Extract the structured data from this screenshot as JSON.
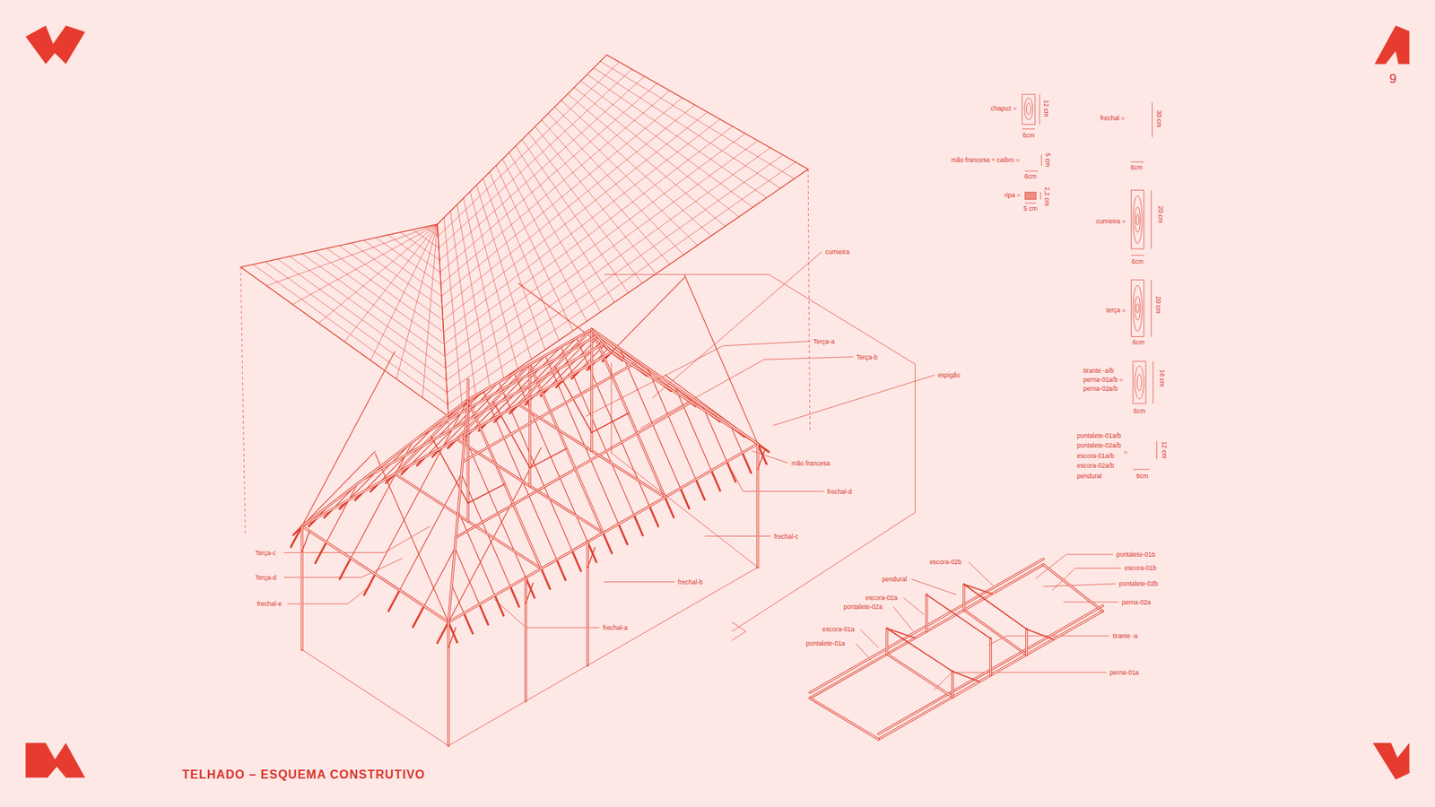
{
  "diagram": {
    "title": "TELHADO – ESQUEMA CONSTRUTIVO",
    "labels": [
      "9",
      "cumieira",
      "Terça-a",
      "Terça-b",
      "espigão",
      "mão francesa",
      "frechal-d",
      "frechal-c",
      "frechal-b",
      "frechal-a",
      "Terça-c",
      "Terça-d",
      "frechal-e",
      "escora-02b",
      "pendural",
      "escora-02a",
      "pontalete-02a",
      "escora-01a",
      "pontalete-01a",
      "pontalete-01b",
      "escora-01b",
      "pontalete-02b",
      "perna-02a",
      "tirante -a",
      "perna-01a",
      "chapuz =",
      "12 cm",
      "6cm",
      "frechal =",
      "30 cm",
      "6cm",
      "mão francesa + caibro =",
      "5 cm",
      "6cm",
      "ripa =",
      "2,2 cm",
      "5 cm",
      "cumieira =",
      "20 cm",
      "6cm",
      "terça =",
      "20 cm",
      "6cm",
      "tirante -a/b",
      "perna-01a/b =",
      "perna-02a/b",
      "16 cm",
      "6cm",
      "pontalete-01a/b",
      "pontalete-02a/b",
      "escora-01a/b",
      "escora-02a/b",
      "pendural",
      "=",
      "12 cm",
      "8cm"
    ]
  }
}
